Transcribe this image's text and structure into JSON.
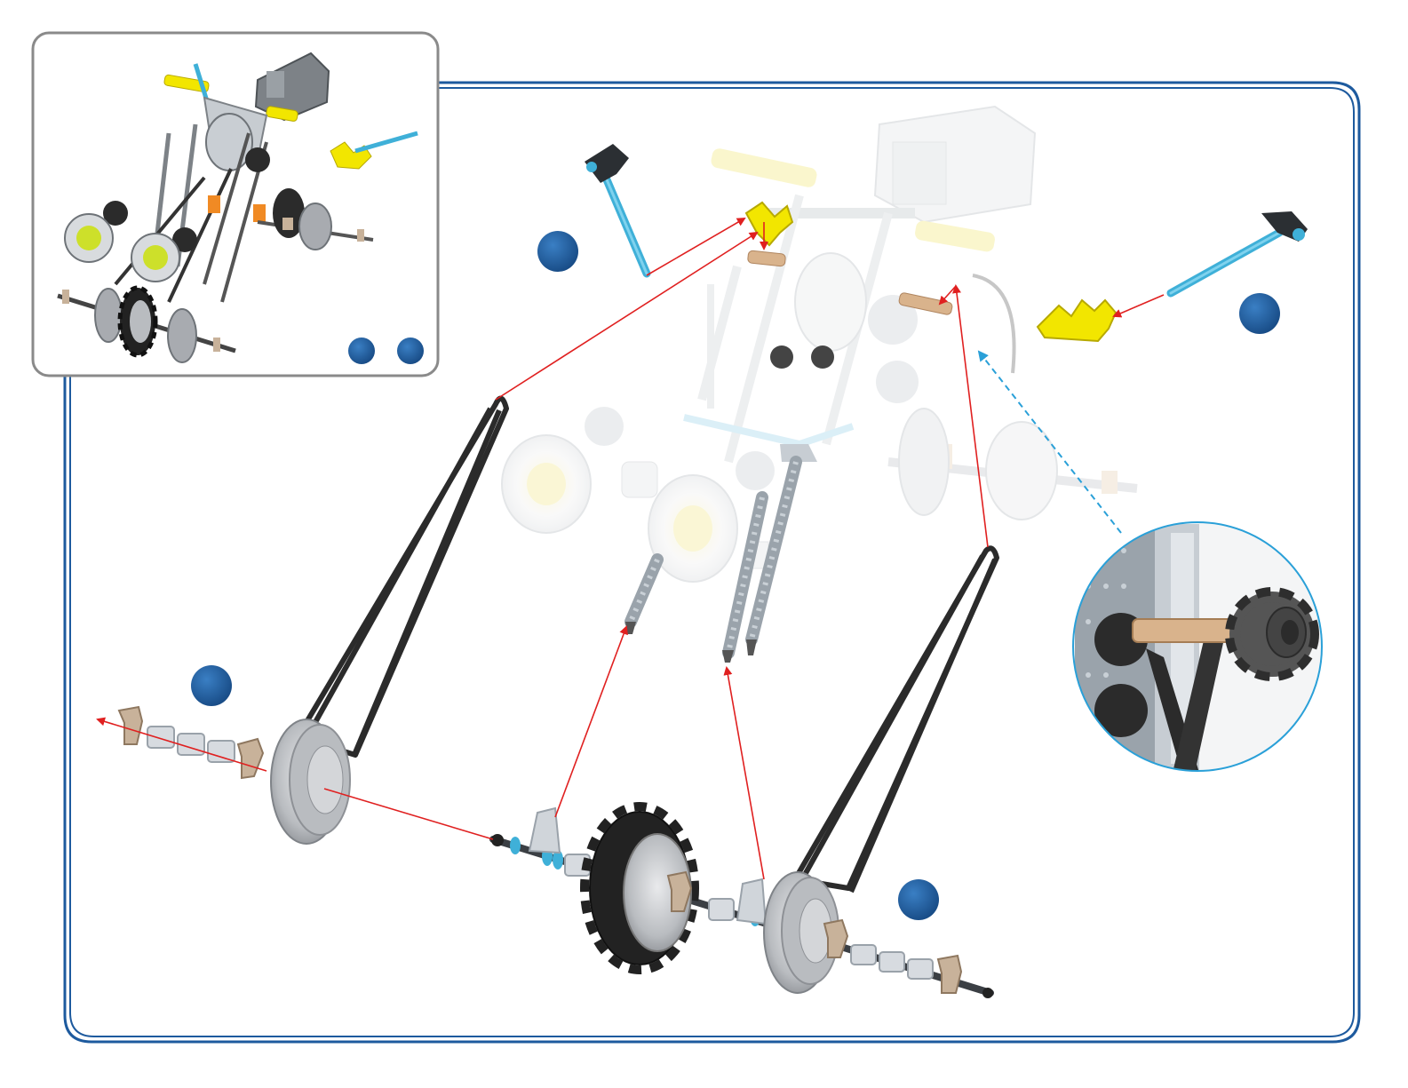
{
  "diagram": {
    "type": "assembly-instruction-step",
    "colors": {
      "frame_blue": "#1d5a9e",
      "step_marker": "#1d5a9e",
      "arrow_red": "#e02020",
      "arrow_blue_dashed": "#2aa0d8",
      "belt": "#2b2b2b",
      "pulley": "#a8abb0",
      "rod_wood": "#d9b38c",
      "connector_yellow": "#f2e600",
      "connector_cyan": "#3fb0d8",
      "gear_black": "#222222",
      "inset_border": "#8a8a8a",
      "ghost_part": "#e8ecef"
    },
    "icons": [
      "step-number-circle",
      "detail-magnifier-circle"
    ]
  }
}
